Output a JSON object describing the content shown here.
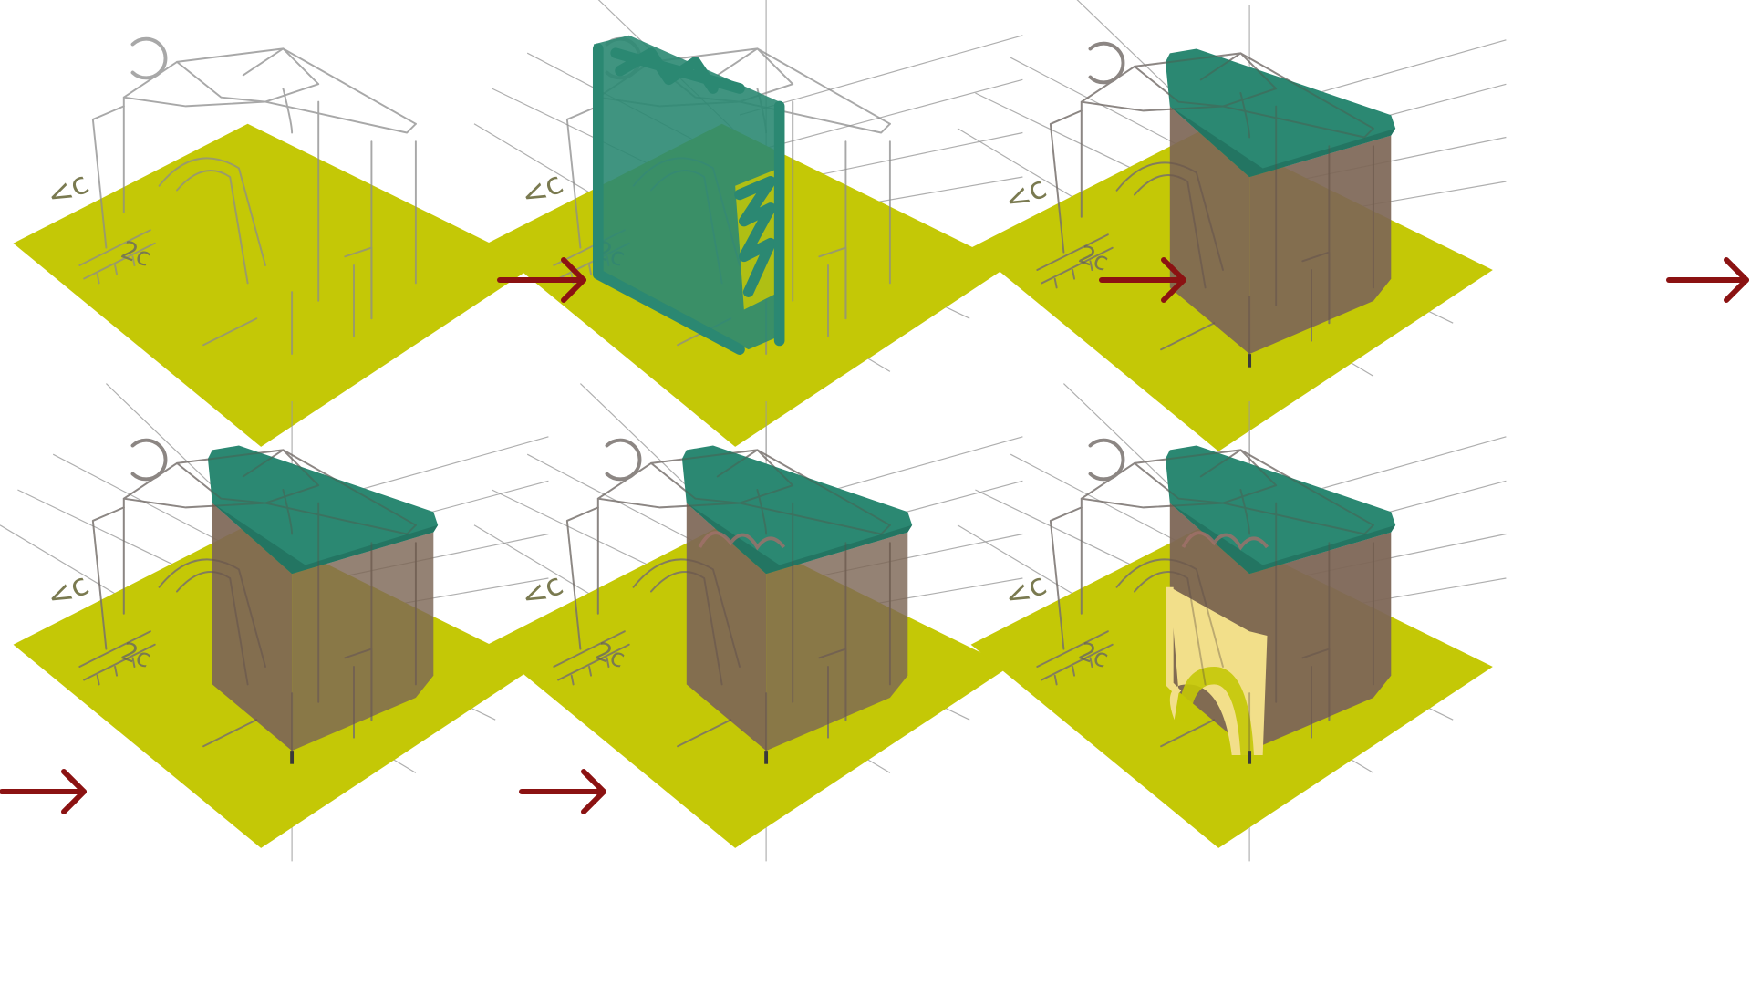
{
  "canvas": {
    "background": "#ffffff"
  },
  "colors": {
    "ground": "#c4c806",
    "roof": "#2b8872",
    "wall": "#7d6656",
    "arch": "#f2df8a",
    "sketch": "#8c8c8c",
    "guide": "#9a9a9a",
    "arrow": "#8b1212"
  },
  "panels": [
    {
      "id": "1",
      "stage": "sketch-ground"
    },
    {
      "id": "2",
      "stage": "rough-block"
    },
    {
      "id": "3",
      "stage": "roof-and-wall"
    },
    {
      "id": "4",
      "stage": "wall-refined"
    },
    {
      "id": "5",
      "stage": "arch-lines"
    },
    {
      "id": "6",
      "stage": "arch-opening"
    }
  ],
  "arrows": [
    {
      "from": "1",
      "to": "2"
    },
    {
      "from": "2",
      "to": "3"
    },
    {
      "from": "3",
      "to": "4"
    },
    {
      "from": "4",
      "to": "5"
    },
    {
      "from": "5",
      "to": "6"
    }
  ],
  "sketch_marks": [
    "<c",
    "2c"
  ]
}
